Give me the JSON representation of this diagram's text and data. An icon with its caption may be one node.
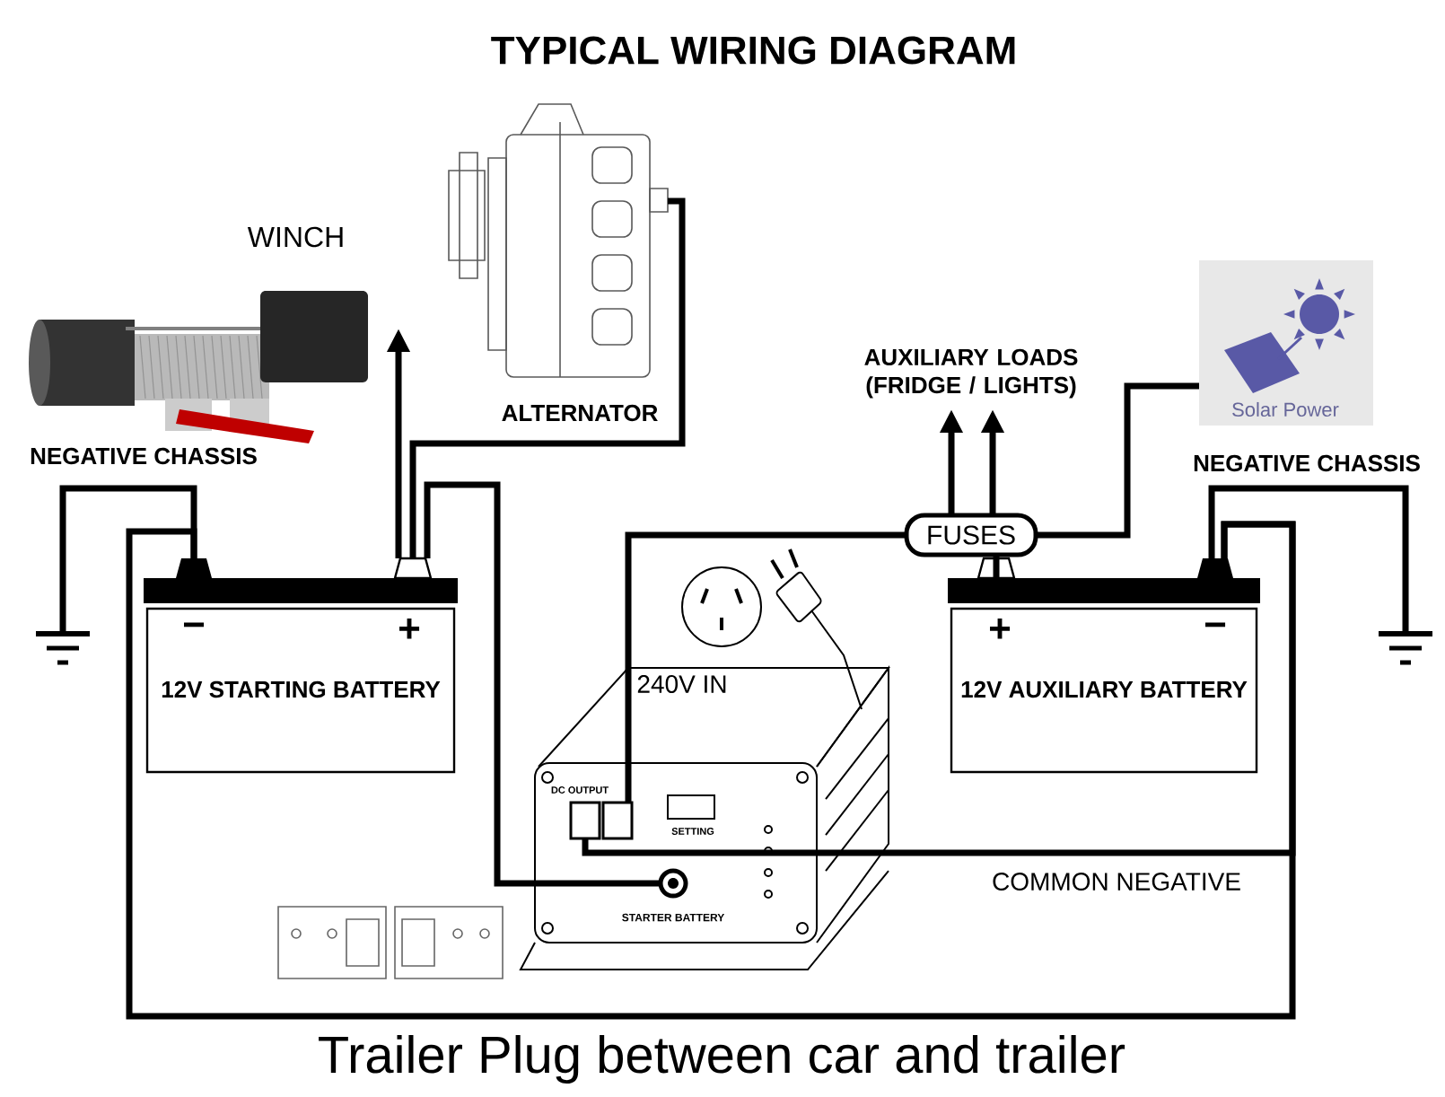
{
  "diagram": {
    "title": "TYPICAL WIRING DIAGRAM",
    "caption": "Trailer Plug between car and trailer",
    "nodes": [
      {
        "text": [
          "WINCH"
        ]
      },
      {
        "text": [
          "ALTERNATOR"
        ]
      },
      {
        "text": [
          "−",
          "+",
          "12V STARTING BATTERY"
        ]
      },
      {
        "text": [],
        "shape": "ground"
      },
      {
        "text": [
          "AUXILIARY LOADS (FRIDGE / LIGHTS)"
        ]
      },
      {
        "text": [
          "Solar Power"
        ]
      },
      {
        "text": [
          "FUSES"
        ]
      },
      {
        "text": [
          "+",
          "−",
          "12V AUXILIARY BATTERY"
        ]
      },
      {
        "text": [],
        "shape": "ground"
      },
      {
        "text": [
          "DC OUTPUT",
          "SETTING",
          "STARTER BATTERY"
        ]
      }
    ],
    "edges": [
      {
        "from": 2,
        "to": 0,
        "arrow": "to"
      },
      {
        "from": 1,
        "to": 2,
        "arrow": "none"
      },
      {
        "from": 2,
        "to": 3,
        "arrow": "none",
        "label": "NEGATIVE CHASSIS"
      },
      {
        "from": 2,
        "to": 9,
        "arrow": "none"
      },
      {
        "from": 2,
        "to": 7,
        "arrow": "none"
      },
      {
        "from": 9,
        "to": 6,
        "arrow": "none"
      },
      {
        "from": 6,
        "to": 7,
        "arrow": "none"
      },
      {
        "from": 6,
        "to": 4,
        "arrow": "to"
      },
      {
        "from": 6,
        "to": 4,
        "arrow": "to"
      },
      {
        "from": 5,
        "to": 6,
        "arrow": "none"
      },
      {
        "from": 9,
        "to": 7,
        "arrow": "none",
        "label": "COMMON NEGATIVE"
      },
      {
        "from": 7,
        "to": 8,
        "arrow": "none",
        "label": "NEGATIVE CHASSIS"
      }
    ],
    "labels": [
      "240V IN"
    ]
  }
}
